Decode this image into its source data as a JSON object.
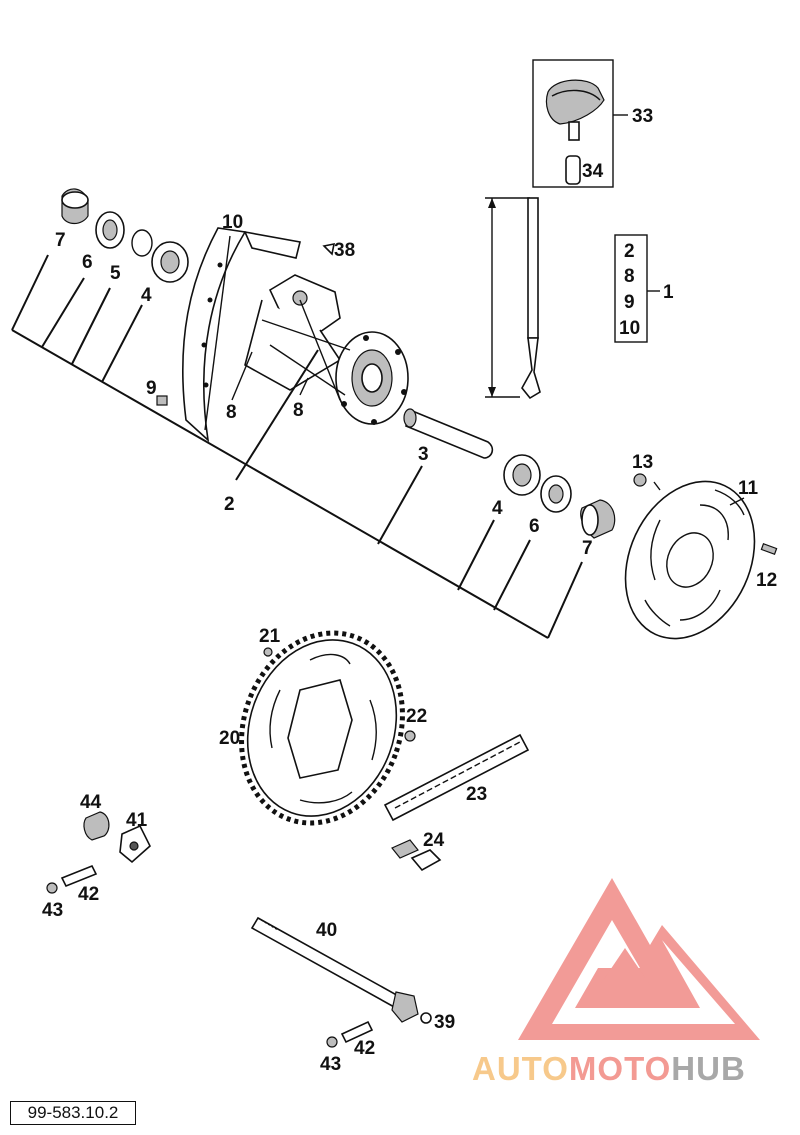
{
  "callouts": {
    "c1": "1",
    "c2": "2",
    "c3": "3",
    "c4a": "4",
    "c4b": "4",
    "c5": "5",
    "c6a": "6",
    "c6b": "6",
    "c7a": "7",
    "c7b": "7",
    "c8a": "8",
    "c8b": "8",
    "c9": "9",
    "c10": "10",
    "c11": "11",
    "c12": "12",
    "c13": "13",
    "c20": "20",
    "c21": "21",
    "c22": "22",
    "c23": "23",
    "c24": "24",
    "c33": "33",
    "c34": "34",
    "c38": "38",
    "c39": "39",
    "c40": "40",
    "c41": "41",
    "c42a": "42",
    "c42b": "42",
    "c43a": "43",
    "c43b": "43",
    "c44": "44"
  },
  "group_box": {
    "items": [
      "2",
      "8",
      "9",
      "10"
    ]
  },
  "reference_code": "99-583.10.2",
  "watermark": {
    "part1": "AUTO",
    "part2": "MOTO",
    "part3": "HUB",
    "colors": {
      "auto": "#f7c98b",
      "moto": "#f39a93",
      "hub": "#a8a8a8",
      "logo": "#f08a85"
    }
  }
}
